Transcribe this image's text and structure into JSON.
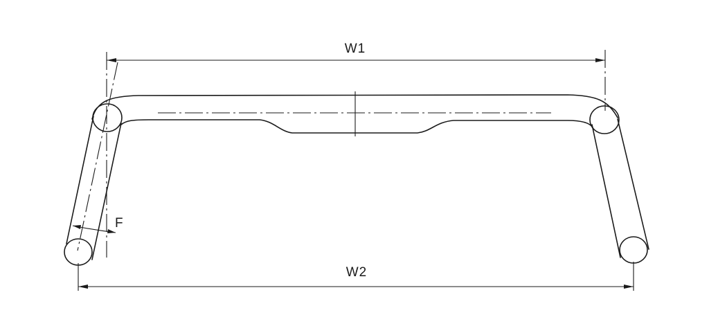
{
  "diagram": {
    "labels": {
      "w1": "W1",
      "w2": "W2",
      "f": "F"
    },
    "colors": {
      "line": "#1a1a1a",
      "background": "#ffffff"
    }
  }
}
